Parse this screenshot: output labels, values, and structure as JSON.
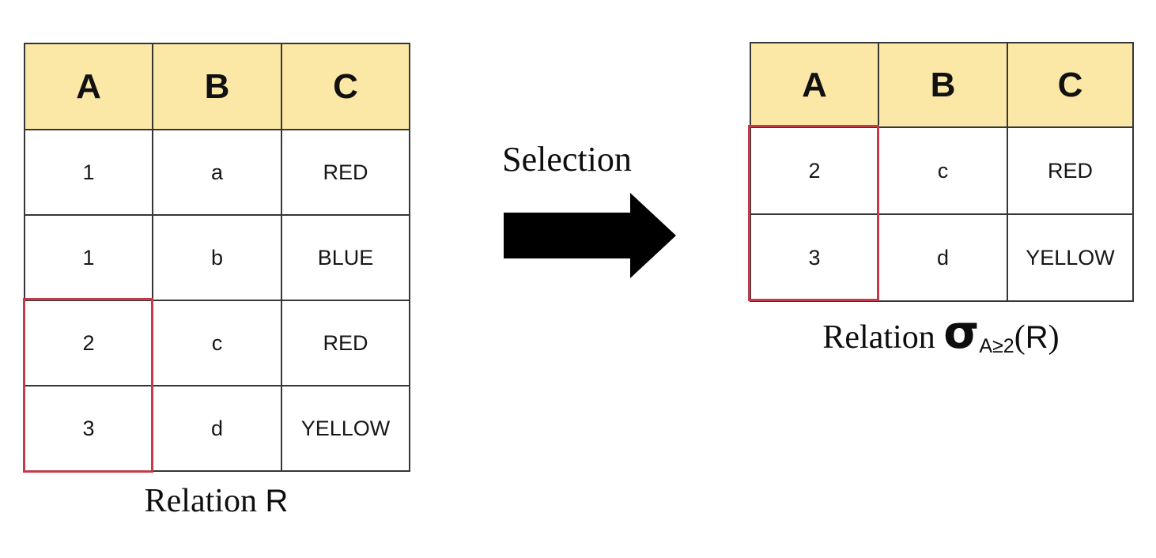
{
  "diagram": {
    "left_table": {
      "columns": [
        "A",
        "B",
        "C"
      ],
      "rows": [
        [
          "1",
          "a",
          "RED"
        ],
        [
          "1",
          "b",
          "BLUE"
        ],
        [
          "2",
          "c",
          "RED"
        ],
        [
          "3",
          "d",
          "YELLOW"
        ]
      ],
      "caption": {
        "prefix": "Relation",
        "symbol": "R"
      }
    },
    "transform": {
      "label": "Selection"
    },
    "right_table": {
      "columns": [
        "A",
        "B",
        "C"
      ],
      "rows": [
        [
          "2",
          "c",
          "RED"
        ],
        [
          "3",
          "d",
          "YELLOW"
        ]
      ],
      "caption": {
        "prefix": "Relation",
        "operator": "σ",
        "subscript": "A≥2",
        "open_paren": "(",
        "symbol": "R",
        "close_paren": ")"
      }
    },
    "colors": {
      "header_fill": "#FBE8A6",
      "highlight_red": "#C23B4B",
      "table_border": "#363636",
      "arrow_fill": "#000000"
    }
  }
}
